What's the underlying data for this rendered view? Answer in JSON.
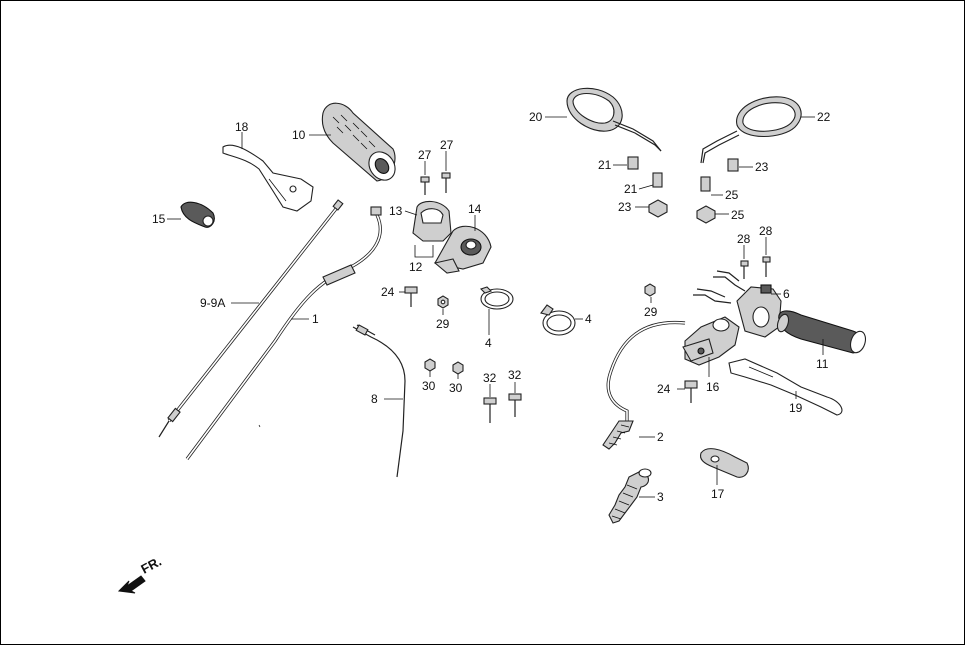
{
  "diagram": {
    "orientation_label": "FR.",
    "callouts": [
      {
        "id": "c18",
        "text": "18"
      },
      {
        "id": "c10",
        "text": "10"
      },
      {
        "id": "c27a",
        "text": "27"
      },
      {
        "id": "c27b",
        "text": "27"
      },
      {
        "id": "c15",
        "text": "15"
      },
      {
        "id": "c13",
        "text": "13"
      },
      {
        "id": "c14",
        "text": "14"
      },
      {
        "id": "c12",
        "text": "12"
      },
      {
        "id": "c24a",
        "text": "24"
      },
      {
        "id": "c29a",
        "text": "29"
      },
      {
        "id": "c4a",
        "text": "4"
      },
      {
        "id": "c4b",
        "text": "4"
      },
      {
        "id": "c99a",
        "text": "9-9A"
      },
      {
        "id": "c1",
        "text": "1"
      },
      {
        "id": "c8",
        "text": "8"
      },
      {
        "id": "c30a",
        "text": "30"
      },
      {
        "id": "c30b",
        "text": "30"
      },
      {
        "id": "c32a",
        "text": "32"
      },
      {
        "id": "c32b",
        "text": "32"
      },
      {
        "id": "c20",
        "text": "20"
      },
      {
        "id": "c22",
        "text": "22"
      },
      {
        "id": "c21a",
        "text": "21"
      },
      {
        "id": "c21b",
        "text": "21"
      },
      {
        "id": "c23a",
        "text": "23"
      },
      {
        "id": "c23b",
        "text": "23"
      },
      {
        "id": "c25a",
        "text": "25"
      },
      {
        "id": "c25b",
        "text": "25"
      },
      {
        "id": "c28a",
        "text": "28"
      },
      {
        "id": "c28b",
        "text": "28"
      },
      {
        "id": "c6",
        "text": "6"
      },
      {
        "id": "c29b",
        "text": "29"
      },
      {
        "id": "c11",
        "text": "11"
      },
      {
        "id": "c24b",
        "text": "24"
      },
      {
        "id": "c16",
        "text": "16"
      },
      {
        "id": "c19",
        "text": "19"
      },
      {
        "id": "c2",
        "text": "2"
      },
      {
        "id": "c3",
        "text": "3"
      },
      {
        "id": "c17",
        "text": "17"
      }
    ]
  }
}
